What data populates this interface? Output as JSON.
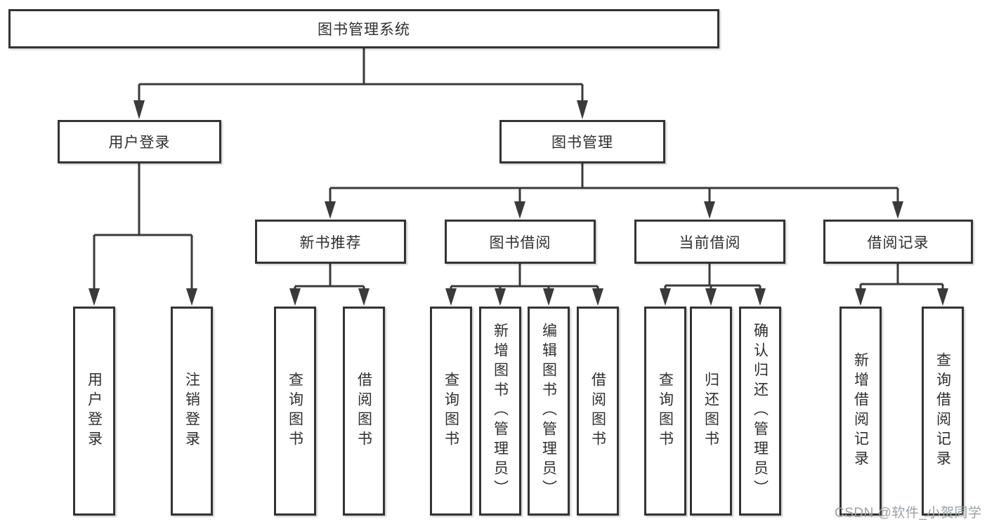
{
  "tree": {
    "label": "图书管理系统",
    "children": [
      {
        "label": "用户登录",
        "children": [
          {
            "label": "用户登录"
          },
          {
            "label": "注销登录"
          }
        ]
      },
      {
        "label": "图书管理",
        "children": [
          {
            "label": "新书推荐",
            "children": [
              {
                "label": "查询图书"
              },
              {
                "label": "借阅图书"
              }
            ]
          },
          {
            "label": "图书借阅",
            "children": [
              {
                "label": "查询图书"
              },
              {
                "label": "新增图书（管理员）"
              },
              {
                "label": "编辑图书（管理员）"
              },
              {
                "label": "借阅图书"
              }
            ]
          },
          {
            "label": "当前借阅",
            "children": [
              {
                "label": "查询图书"
              },
              {
                "label": "归还图书"
              },
              {
                "label": "确认归还（管理员）"
              }
            ]
          },
          {
            "label": "借阅记录",
            "children": [
              {
                "label": "新增借阅记录"
              },
              {
                "label": "查询借阅记录"
              }
            ]
          }
        ]
      }
    ]
  },
  "watermark": {
    "text": "CSDN @软件_小贺同学"
  },
  "colors": {
    "line": "#3a3a3a",
    "border": "#333333",
    "text": "#2f2f2f",
    "watermark": "#9ba1a6",
    "background": "#ffffff"
  }
}
